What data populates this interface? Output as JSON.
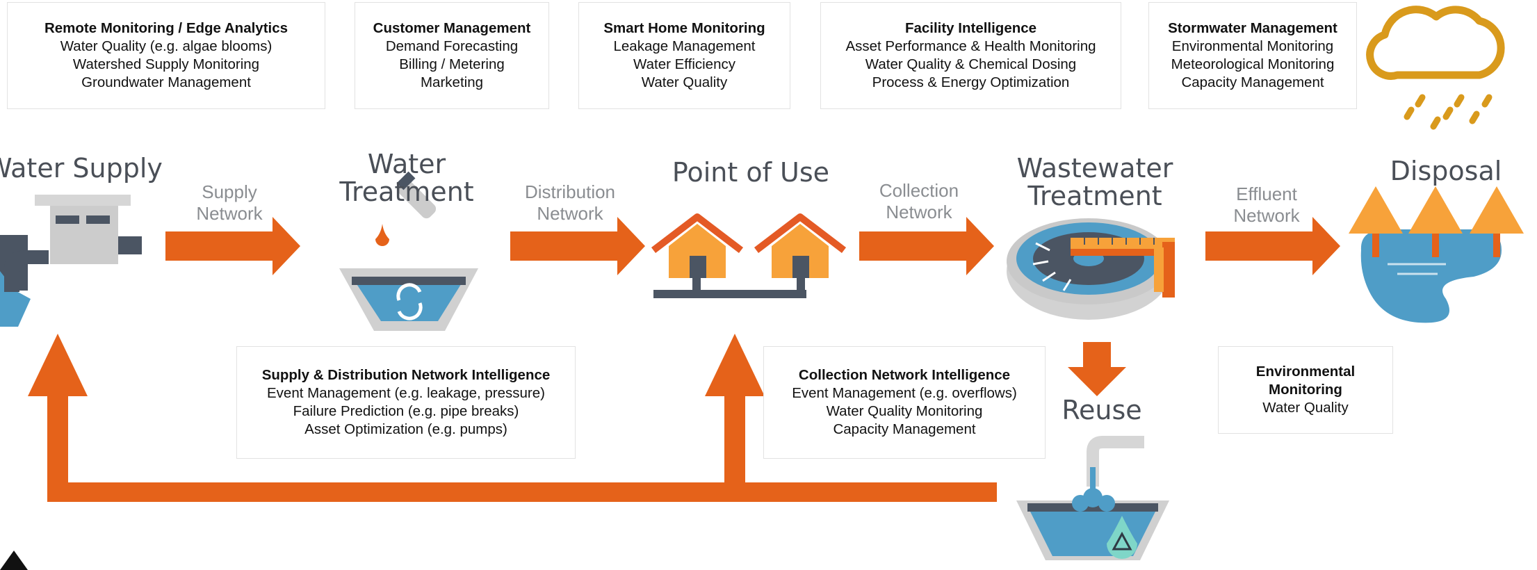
{
  "colors": {
    "arrow": "#e5621a",
    "house_orange": "#f7a23a",
    "house_roof": "#e45a25",
    "water_blue": "#4f9dc7",
    "slate": "#4b5563",
    "gray": "#cfcfcf",
    "tree_orange": "#f7a23a",
    "cloud_gold": "#d99a1c"
  },
  "boxes": {
    "remote": {
      "title": "Remote Monitoring / Edge Analytics",
      "lines": [
        "Water Quality (e.g. algae blooms)",
        "Watershed Supply Monitoring",
        "Groundwater Management"
      ]
    },
    "customer": {
      "title": "Customer Management",
      "lines": [
        "Demand Forecasting",
        "Billing / Metering",
        "Marketing"
      ]
    },
    "smarthome": {
      "title": "Smart Home Monitoring",
      "lines": [
        "Leakage Management",
        "Water Efficiency",
        "Water Quality"
      ]
    },
    "facility": {
      "title": "Facility Intelligence",
      "lines": [
        "Asset Performance & Health Monitoring",
        "Water Quality & Chemical Dosing",
        "Process & Energy Optimization"
      ]
    },
    "stormwater": {
      "title": "Stormwater Management",
      "lines": [
        "Environmental Monitoring",
        "Meteorological Monitoring",
        "Capacity Management"
      ]
    },
    "supplydist": {
      "title": "Supply & Distribution Network Intelligence",
      "lines": [
        "Event Management (e.g. leakage, pressure)",
        "Failure Prediction (e.g. pipe breaks)",
        "Asset Optimization (e.g. pumps)"
      ]
    },
    "collection": {
      "title": "Collection Network Intelligence",
      "lines": [
        "Event Management (e.g. overflows)",
        "Water Quality Monitoring",
        "Capacity Management"
      ]
    },
    "environmental": {
      "title_lines": [
        "Environmental",
        "Monitoring"
      ],
      "lines": [
        "Water Quality"
      ]
    }
  },
  "stages": {
    "water_supply": "Water Supply",
    "water_treatment": [
      "Water",
      "Treatment"
    ],
    "point_of_use": "Point of Use",
    "wastewater_treatment": [
      "Wastewater",
      "Treatment"
    ],
    "disposal": "Disposal",
    "reuse": "Reuse"
  },
  "networks": {
    "supply": [
      "Supply",
      "Network"
    ],
    "distribution": [
      "Distribution",
      "Network"
    ],
    "collection": [
      "Collection",
      "Network"
    ],
    "effluent": [
      "Effluent",
      "Network"
    ]
  },
  "icons": {
    "water_supply": "water-supply-pump-icon",
    "water_treatment": "water-treatment-tank-icon",
    "point_of_use": "houses-icon",
    "wastewater_treatment": "clarifier-tank-icon",
    "disposal": "trees-lake-icon",
    "reuse": "reuse-tank-icon",
    "weather": "rain-cloud-icon"
  }
}
